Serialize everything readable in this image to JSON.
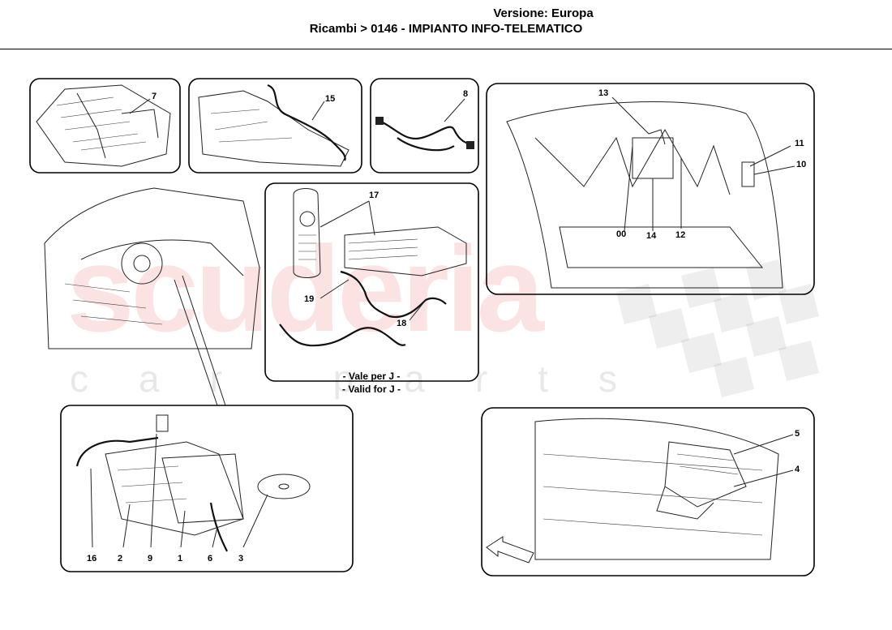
{
  "header": {
    "version": "Versione: Europa",
    "title": "Ricambi > 0146 - IMPIANTO INFO-TELEMATICO"
  },
  "watermark": {
    "brand": "scuderia",
    "sub": "car parts"
  },
  "notes": {
    "line1": "- Vale per J -",
    "line2": "- Valid for J -"
  },
  "callouts": {
    "c7": "7",
    "c15": "15",
    "c8": "8",
    "c13": "13",
    "c11": "11",
    "c10": "10",
    "c00": "00",
    "c14": "14",
    "c12": "12",
    "c17": "17",
    "c19": "19",
    "c18": "18",
    "c16": "16",
    "c2": "2",
    "c9": "9",
    "c1": "1",
    "c6": "6",
    "c3": "3",
    "c5": "5",
    "c4": "4"
  },
  "colors": {
    "line": "#000000",
    "watermark_red": "#e65050",
    "watermark_grey": "#969696"
  }
}
